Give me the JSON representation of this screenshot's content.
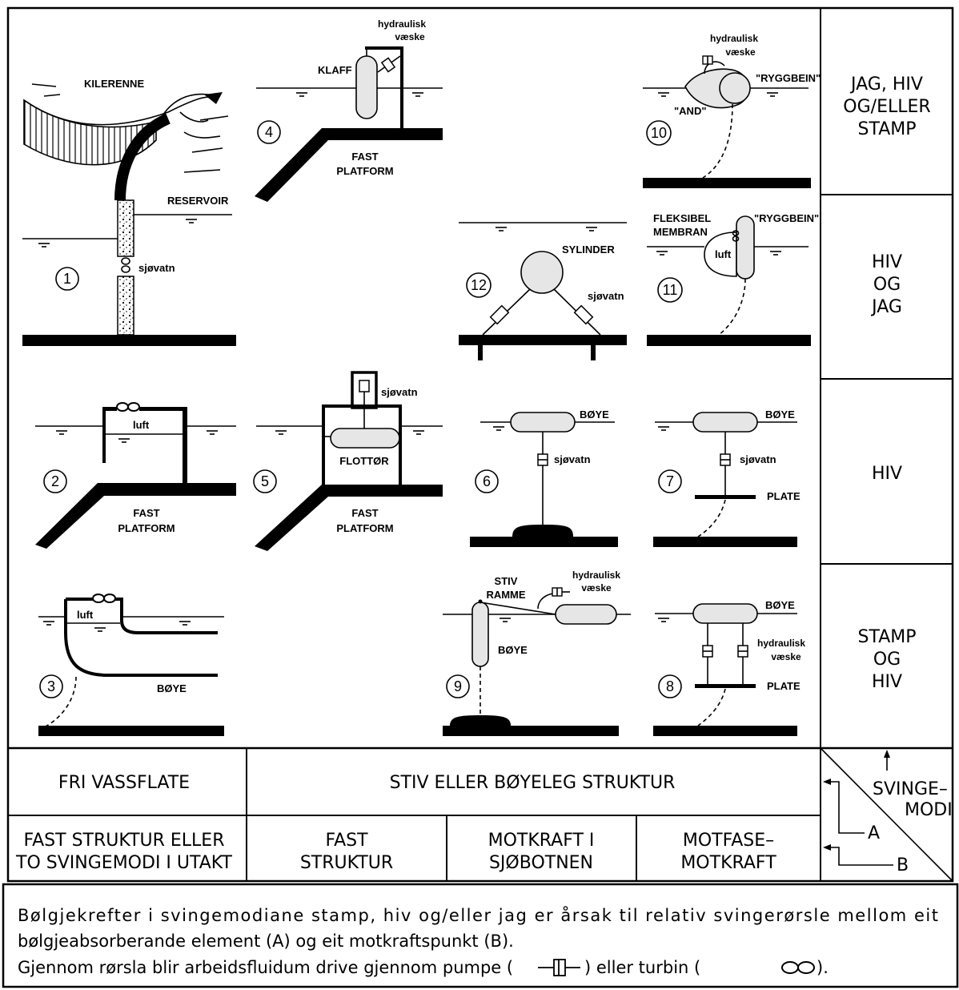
{
  "cells": {
    "c1": {
      "num": "1",
      "labels": [
        "KILERENNE",
        "RESERVOIR",
        "sjøvatn"
      ]
    },
    "c2": {
      "num": "2",
      "labels": [
        "luft",
        "FAST",
        "PLATFORM"
      ]
    },
    "c3": {
      "num": "3",
      "labels": [
        "luft",
        "BØYE"
      ]
    },
    "c4": {
      "num": "4",
      "labels": [
        "hydraulisk",
        "væske",
        "KLAFF",
        "FAST",
        "PLATFORM"
      ]
    },
    "c5": {
      "num": "5",
      "labels": [
        "sjøvatn",
        "FLOTTØR",
        "FAST",
        "PLATFORM"
      ]
    },
    "c6": {
      "num": "6",
      "labels": [
        "BØYE",
        "sjøvatn"
      ]
    },
    "c7": {
      "num": "7",
      "labels": [
        "BØYE",
        "sjøvatn",
        "PLATE"
      ]
    },
    "c8": {
      "num": "8",
      "labels": [
        "BØYE",
        "hydraulisk",
        "væske",
        "PLATE"
      ]
    },
    "c9": {
      "num": "9",
      "labels": [
        "STIV",
        "RAMME",
        "hydraulisk",
        "væske",
        "BØYE"
      ]
    },
    "c10": {
      "num": "10",
      "labels": [
        "hydraulisk",
        "væske",
        "\"RYGGBEIN\"",
        "\"AND\""
      ]
    },
    "c11": {
      "num": "11",
      "labels": [
        "FLEKSIBEL",
        "MEMBRAN",
        "\"RYGGBEIN\"",
        "luft"
      ]
    },
    "c12": {
      "num": "12",
      "labels": [
        "SYLINDER",
        "sjøvatn"
      ]
    }
  },
  "modes": [
    {
      "lines": [
        "JAG, HIV",
        "OG/ELLER",
        "STAMP"
      ]
    },
    {
      "lines": [
        "HIV",
        "OG",
        "JAG"
      ]
    },
    {
      "lines": [
        "HIV"
      ]
    },
    {
      "lines": [
        "STAMP",
        "OG",
        "HIV"
      ]
    }
  ],
  "row_a": {
    "free": "FRI VASSFLATE",
    "rigid": "STIV ELLER BØYELEG STRUKTUR"
  },
  "row_b": {
    "col1": [
      "FAST STRUKTUR ELLER",
      "TO SVINGEMODI I UTAKT"
    ],
    "col2": [
      "FAST",
      "STRUKTUR"
    ],
    "col3": [
      "MOTKRAFT I",
      "SJØBOTNEN"
    ],
    "col4": [
      "MOTFASE–",
      "MOTKRAFT"
    ]
  },
  "legend": {
    "svinge": "SVINGE–",
    "modi": "MODI",
    "a": "A",
    "b": "B"
  },
  "caption": {
    "line1": "Bølgjekrefter i svingemodiane stamp, hiv og/eller jag er årsak til relativ svingerørsle mellom eit",
    "line2": "bølgjeabsorberande element (A) og eit motkraftspunkt (B).",
    "line3a": "Gjennom rørsla blir arbeidsfluidum drive gjennom pumpe (",
    "line3b": ") eller turbin (",
    "line3c": ")."
  }
}
